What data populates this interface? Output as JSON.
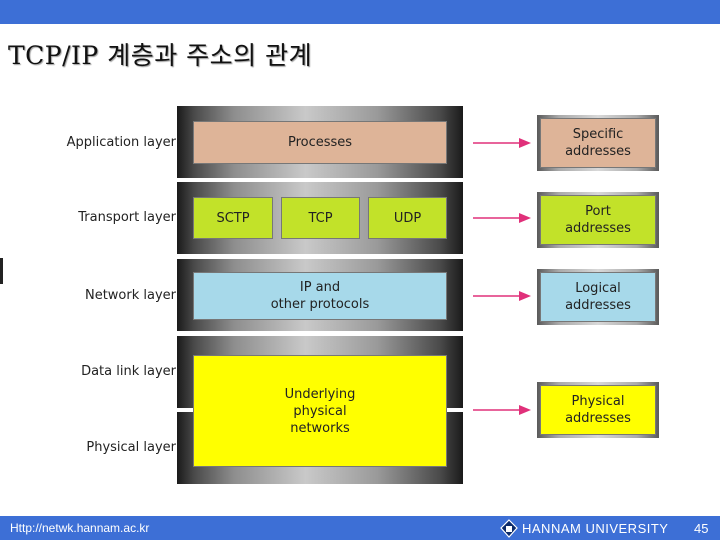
{
  "slide": {
    "title": "TCP/IP 계층과 주소의 관계",
    "footer_url": "Http://netwk.hannam.ac.kr",
    "university": "HANNAM UNIVERSITY",
    "page_number": "45"
  },
  "diagram": {
    "layers": [
      "Application layer",
      "Transport layer",
      "Network layer",
      "Data link layer",
      "Physical layer"
    ],
    "processes": "Processes",
    "transport_protocols": [
      "SCTP",
      "TCP",
      "UDP"
    ],
    "network_protocols": [
      "IP and",
      "other protocols"
    ],
    "underlying": [
      "Underlying",
      "physical",
      "networks"
    ],
    "addresses": [
      [
        "Specific",
        "addresses"
      ],
      [
        "Port",
        "addresses"
      ],
      [
        "Logical",
        "addresses"
      ],
      [
        "Physical",
        "addresses"
      ]
    ],
    "colors": {
      "processes": "#deb498",
      "transport": "#c2e229",
      "network": "#a7d9ea",
      "underlying": "#ffff00",
      "arrow": "#e0307a",
      "header_bar": "#3d6fd6"
    }
  }
}
